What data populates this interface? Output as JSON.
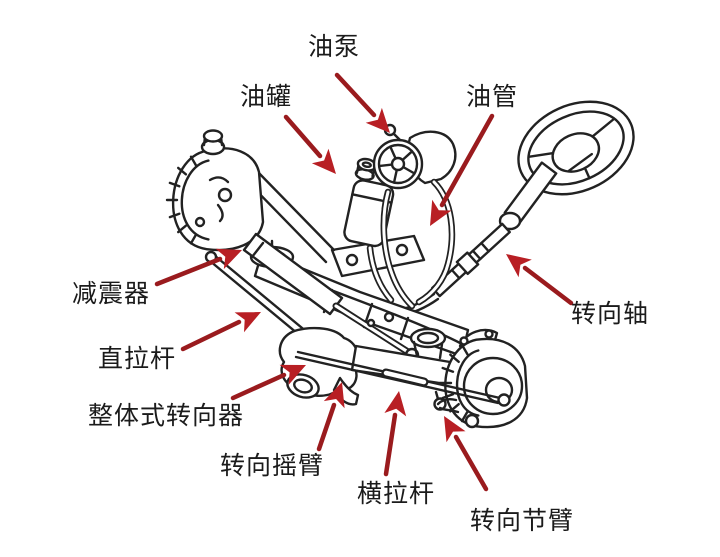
{
  "diagram": {
    "background_color": "#ffffff",
    "line_color": "#222222",
    "arrow_shaft_color": "#9a1b1e",
    "arrow_head_color": "#b81f24",
    "text_color": "#1b1b1b",
    "labels": [
      {
        "id": "oil-pump",
        "text": "油泵"
      },
      {
        "id": "oil-reservoir",
        "text": "油罐"
      },
      {
        "id": "oil-pipe",
        "text": "油管"
      },
      {
        "id": "shock-absorber",
        "text": "减震器"
      },
      {
        "id": "drag-link",
        "text": "直拉杆"
      },
      {
        "id": "integral-steering-gear",
        "text": "整体式转向器"
      },
      {
        "id": "steering-rocker-arm",
        "text": "转向摇臂"
      },
      {
        "id": "tie-rod",
        "text": "横拉杆"
      },
      {
        "id": "steering-knuckle-arm",
        "text": "转向节臂"
      },
      {
        "id": "steering-shaft",
        "text": "转向轴"
      }
    ]
  }
}
